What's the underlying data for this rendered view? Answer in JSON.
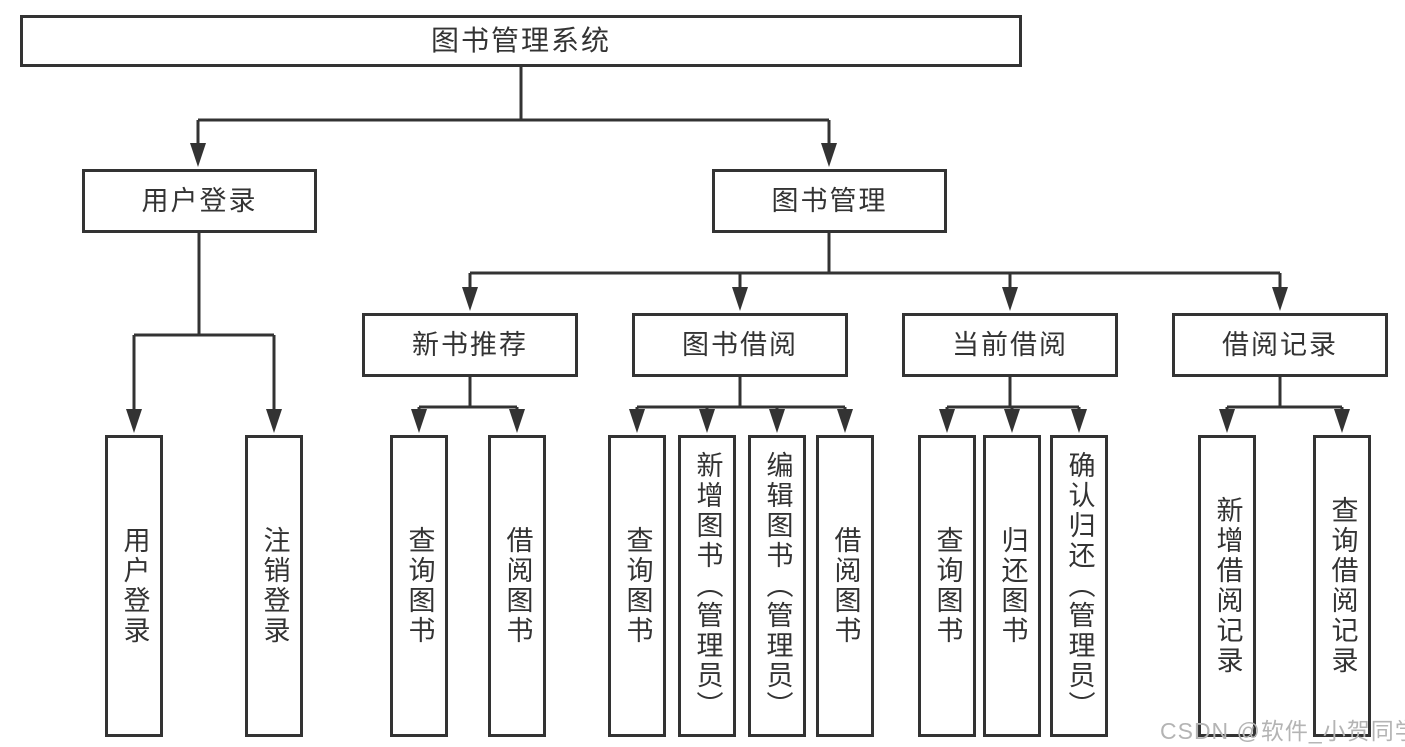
{
  "tree": {
    "root": {
      "label": "图书管理系统"
    },
    "branches": [
      {
        "label": "用户登录",
        "children": [
          {
            "label": "用户登录"
          },
          {
            "label": "注销登录"
          }
        ]
      },
      {
        "label": "图书管理",
        "children": [
          {
            "label": "新书推荐",
            "children": [
              {
                "label": "查询图书"
              },
              {
                "label": "借阅图书"
              }
            ]
          },
          {
            "label": "图书借阅",
            "children": [
              {
                "label": "查询图书"
              },
              {
                "label": "新增图书（管理员）"
              },
              {
                "label": "编辑图书（管理员）"
              },
              {
                "label": "借阅图书"
              }
            ]
          },
          {
            "label": "当前借阅",
            "children": [
              {
                "label": "查询图书"
              },
              {
                "label": "归还图书"
              },
              {
                "label": "确认归还（管理员）"
              }
            ]
          },
          {
            "label": "借阅记录",
            "children": [
              {
                "label": "新增借阅记录"
              },
              {
                "label": "查询借阅记录"
              }
            ]
          }
        ]
      }
    ]
  },
  "watermark": {
    "text": "CSDN @软件_小贺同学"
  },
  "colors": {
    "line": "#333333",
    "box_border": "#333333",
    "text": "#333333",
    "watermark": "#b4b4b4",
    "background": "#ffffff"
  }
}
